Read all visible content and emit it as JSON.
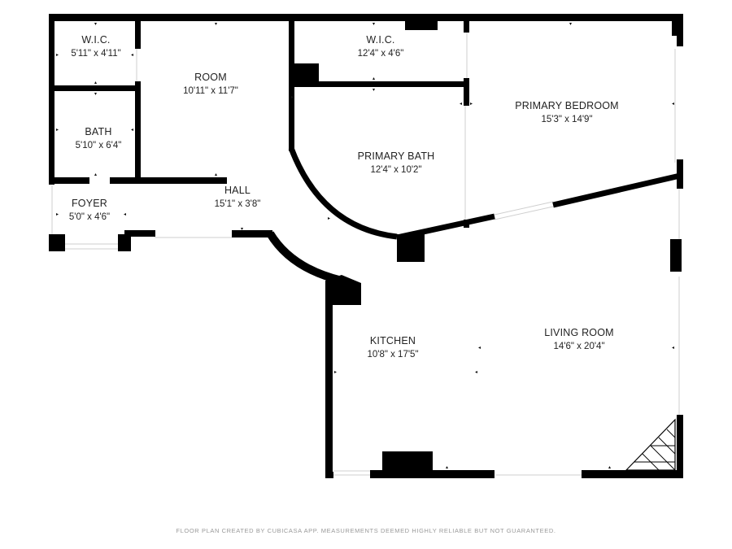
{
  "rooms": {
    "wic1": {
      "name": "W.I.C.",
      "dims": "5'11\" x 4'11\""
    },
    "wic2": {
      "name": "W.I.C.",
      "dims": "12'4\" x 4'6\""
    },
    "room": {
      "name": "ROOM",
      "dims": "10'11\" x 11'7\""
    },
    "primary_bedroom": {
      "name": "PRIMARY BEDROOM",
      "dims": "15'3\" x 14'9\""
    },
    "bath": {
      "name": "BATH",
      "dims": "5'10\" x 6'4\""
    },
    "primary_bath": {
      "name": "PRIMARY BATH",
      "dims": "12'4\" x 10'2\""
    },
    "hall": {
      "name": "HALL",
      "dims": "15'1\" x 3'8\""
    },
    "foyer": {
      "name": "FOYER",
      "dims": "5'0\" x 4'6\""
    },
    "kitchen": {
      "name": "KITCHEN",
      "dims": "10'8\" x 17'5\""
    },
    "living_room": {
      "name": "LIVING ROOM",
      "dims": "14'6\" x 20'4\""
    }
  },
  "footer": "FLOOR PLAN CREATED BY CUBICASA APP. MEASUREMENTS DEEMED HIGHLY RELIABLE BUT NOT GUARANTEED."
}
